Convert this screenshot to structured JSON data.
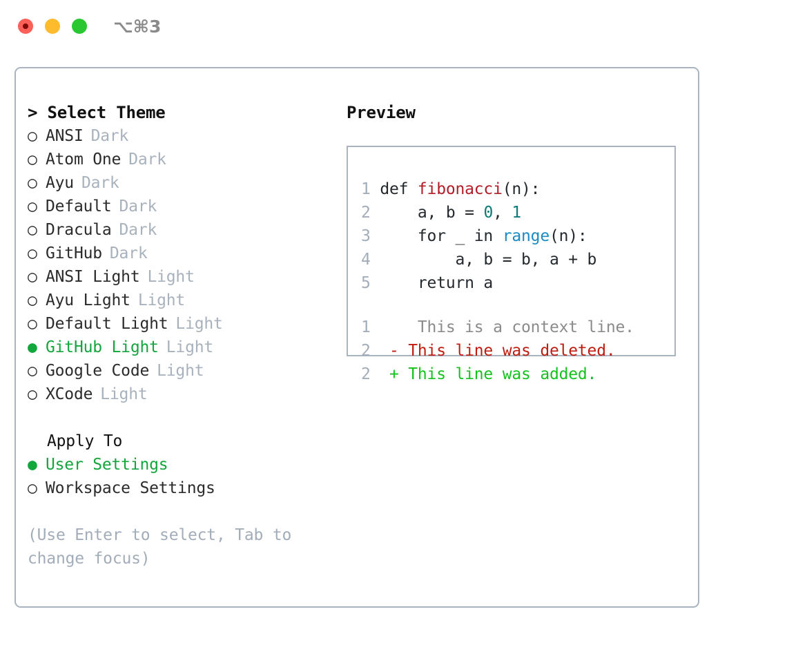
{
  "titlebar": {
    "traffic_lights": [
      {
        "name": "close",
        "color": "#fc6058"
      },
      {
        "name": "minimize",
        "color": "#fdbc2e"
      },
      {
        "name": "zoom",
        "color": "#29c732"
      }
    ],
    "shortcut": "⌥⌘3"
  },
  "theme_panel": {
    "header": "> Select Theme",
    "caret": ">",
    "header_text": "Select Theme",
    "items": [
      {
        "bullet": "○",
        "selected": false,
        "label": "ANSI",
        "tag": "Dark"
      },
      {
        "bullet": "○",
        "selected": false,
        "label": "Atom One",
        "tag": "Dark"
      },
      {
        "bullet": "○",
        "selected": false,
        "label": "Ayu",
        "tag": "Dark"
      },
      {
        "bullet": "○",
        "selected": false,
        "label": "Default",
        "tag": "Dark"
      },
      {
        "bullet": "○",
        "selected": false,
        "label": "Dracula",
        "tag": "Dark"
      },
      {
        "bullet": "○",
        "selected": false,
        "label": "GitHub",
        "tag": "Dark"
      },
      {
        "bullet": "○",
        "selected": false,
        "label": "ANSI Light",
        "tag": "Light"
      },
      {
        "bullet": "○",
        "selected": false,
        "label": "Ayu Light",
        "tag": "Light"
      },
      {
        "bullet": "○",
        "selected": false,
        "label": "Default Light",
        "tag": "Light"
      },
      {
        "bullet": "●",
        "selected": true,
        "label": "GitHub Light",
        "tag": "Light"
      },
      {
        "bullet": "○",
        "selected": false,
        "label": "Google Code",
        "tag": "Light"
      },
      {
        "bullet": "○",
        "selected": false,
        "label": "XCode",
        "tag": "Light"
      }
    ]
  },
  "apply_to": {
    "header": "Apply To",
    "items": [
      {
        "bullet": "●",
        "selected": true,
        "label": "User Settings"
      },
      {
        "bullet": "○",
        "selected": false,
        "label": "Workspace Settings"
      }
    ]
  },
  "hint": {
    "line1": "(Use Enter to select, Tab to",
    "line2": "change focus)"
  },
  "preview": {
    "title": "Preview",
    "code_lines": [
      {
        "number": "1",
        "tokens": [
          {
            "text": "def ",
            "type": "plain"
          },
          {
            "text": "fibonacci",
            "type": "func"
          },
          {
            "text": "(n):",
            "type": "plain"
          }
        ]
      },
      {
        "number": "2",
        "tokens": [
          {
            "text": "    a, b = ",
            "type": "plain"
          },
          {
            "text": "0",
            "type": "num"
          },
          {
            "text": ", ",
            "type": "plain"
          },
          {
            "text": "1",
            "type": "num"
          }
        ]
      },
      {
        "number": "3",
        "tokens": [
          {
            "text": "    for _ in ",
            "type": "plain"
          },
          {
            "text": "range",
            "type": "builtin"
          },
          {
            "text": "(n):",
            "type": "plain"
          }
        ]
      },
      {
        "number": "4",
        "tokens": [
          {
            "text": "        a, b = b, a + b",
            "type": "plain"
          }
        ]
      },
      {
        "number": "5",
        "tokens": [
          {
            "text": "    return a",
            "type": "plain"
          }
        ]
      }
    ],
    "diff_lines": [
      {
        "number": "1",
        "marker": " ",
        "text": "  This is a context line.",
        "kind": "context"
      },
      {
        "number": "2",
        "marker": "-",
        "text": " This line was deleted.",
        "kind": "deleted"
      },
      {
        "number": "2",
        "marker": "+",
        "text": " This line was added.",
        "kind": "added"
      }
    ]
  },
  "colors": {
    "accent_green": "#12a63c",
    "border": "#a9b4c0",
    "muted": "#a3adb9",
    "diff_deleted": "#c01d12",
    "diff_added": "#14c21e",
    "syntax_function": "#b31d28",
    "syntax_number": "#0c7a76",
    "syntax_builtin": "#1a8bc4"
  }
}
